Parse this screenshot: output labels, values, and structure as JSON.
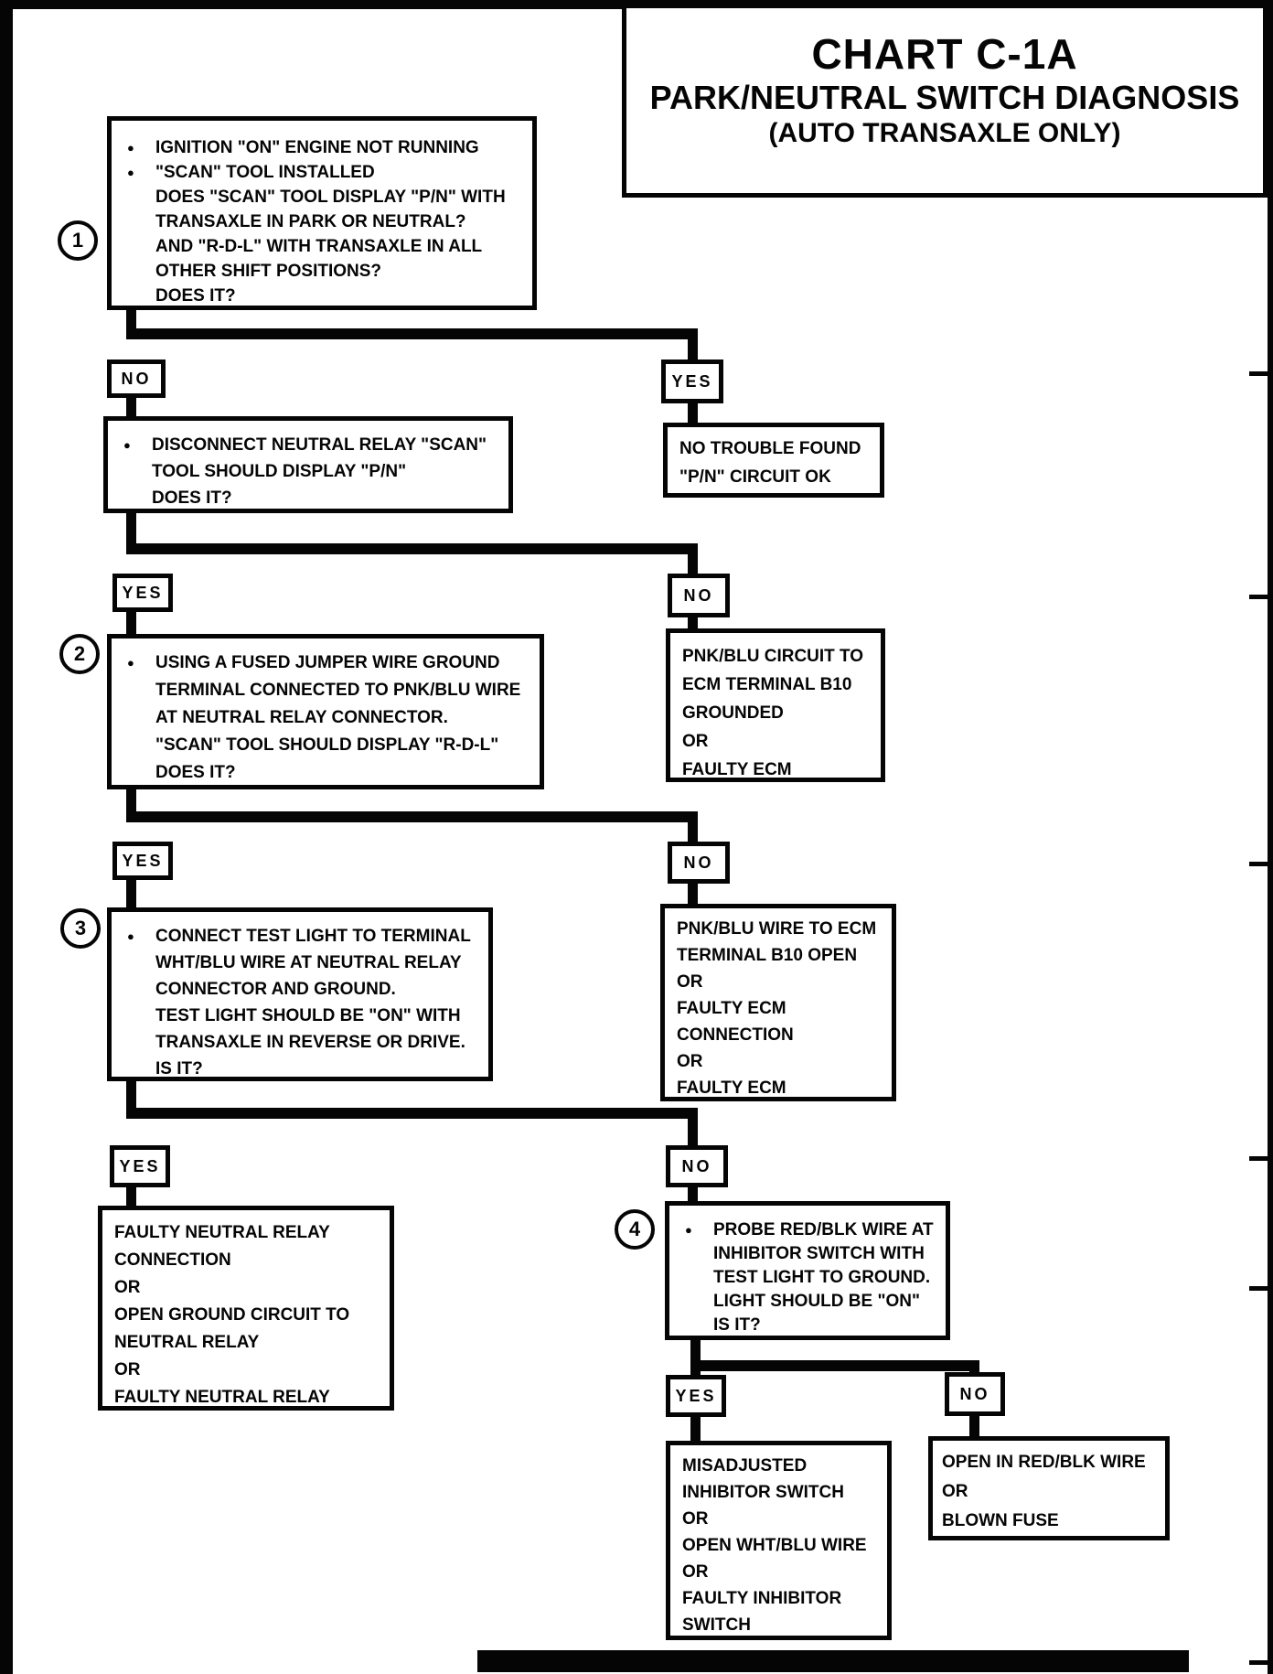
{
  "title": {
    "line1": "CHART C-1A",
    "line2": "PARK/NEUTRAL SWITCH DIAGNOSIS",
    "line3": "(AUTO TRANSAXLE ONLY)"
  },
  "bullet_glyph": "●",
  "decision_labels": {
    "yes": "YES",
    "no": "NO"
  },
  "steps": {
    "s1": {
      "number": "1",
      "lines": [
        {
          "b": 1,
          "t": "IGNITION \"ON\" ENGINE NOT RUNNING"
        },
        {
          "b": 1,
          "t": "\"SCAN\" TOOL INSTALLED"
        },
        {
          "t": "DOES \"SCAN\" TOOL DISPLAY \"P/N\" WITH"
        },
        {
          "t": "TRANSAXLE IN PARK OR NEUTRAL?"
        },
        {
          "t": "AND \"R-D-L\" WITH TRANSAXLE IN ALL"
        },
        {
          "t": "OTHER SHIFT POSITIONS?"
        },
        {
          "t": "DOES IT?"
        }
      ]
    },
    "disconnect": {
      "lines": [
        {
          "b": 1,
          "t": "DISCONNECT NEUTRAL RELAY \"SCAN\""
        },
        {
          "t": "TOOL SHOULD DISPLAY \"P/N\""
        },
        {
          "t": "DOES IT?"
        }
      ]
    },
    "s2": {
      "number": "2",
      "lines": [
        {
          "b": 1,
          "t": "USING A FUSED JUMPER WIRE GROUND"
        },
        {
          "t": "TERMINAL CONNECTED TO PNK/BLU WIRE"
        },
        {
          "t": "AT NEUTRAL RELAY CONNECTOR."
        },
        {
          "t": "\"SCAN\" TOOL SHOULD DISPLAY \"R-D-L\""
        },
        {
          "t": "DOES IT?"
        }
      ]
    },
    "s3": {
      "number": "3",
      "lines": [
        {
          "b": 1,
          "t": "CONNECT TEST LIGHT TO TERMINAL"
        },
        {
          "t": "WHT/BLU WIRE AT NEUTRAL RELAY"
        },
        {
          "t": "CONNECTOR AND GROUND."
        },
        {
          "t": "TEST LIGHT SHOULD BE \"ON\" WITH"
        },
        {
          "t": "TRANSAXLE IN REVERSE OR DRIVE."
        },
        {
          "t": "IS IT?"
        }
      ]
    },
    "s4": {
      "number": "4",
      "lines": [
        {
          "b": 1,
          "t": "PROBE RED/BLK WIRE AT"
        },
        {
          "t": "INHIBITOR SWITCH WITH"
        },
        {
          "t": "TEST LIGHT TO GROUND."
        },
        {
          "t": "LIGHT SHOULD BE \"ON\""
        },
        {
          "t": "IS IT?"
        }
      ]
    }
  },
  "results": {
    "no_trouble": {
      "lines": [
        {
          "t": "NO TROUBLE FOUND"
        },
        {
          "t": "\"P/N\" CIRCUIT OK"
        }
      ]
    },
    "pnkblu_grounded": {
      "lines": [
        {
          "t": "PNK/BLU CIRCUIT TO"
        },
        {
          "t": "ECM TERMINAL B10"
        },
        {
          "t": "GROUNDED"
        },
        {
          "t": "OR"
        },
        {
          "t": "FAULTY ECM"
        }
      ]
    },
    "pnkblu_open": {
      "lines": [
        {
          "t": "PNK/BLU WIRE TO ECM"
        },
        {
          "t": "TERMINAL B10 OPEN"
        },
        {
          "t": "OR"
        },
        {
          "t": "FAULTY ECM"
        },
        {
          "t": "CONNECTION"
        },
        {
          "t": "OR"
        },
        {
          "t": "FAULTY ECM"
        }
      ]
    },
    "faulty_relay": {
      "lines": [
        {
          "t": "FAULTY NEUTRAL RELAY"
        },
        {
          "t": "CONNECTION"
        },
        {
          "t": "OR"
        },
        {
          "t": "OPEN GROUND CIRCUIT TO"
        },
        {
          "t": "NEUTRAL RELAY"
        },
        {
          "t": "OR"
        },
        {
          "t": "FAULTY NEUTRAL RELAY"
        }
      ]
    },
    "misadjusted": {
      "lines": [
        {
          "t": "MISADJUSTED"
        },
        {
          "t": "INHIBITOR SWITCH"
        },
        {
          "t": "OR"
        },
        {
          "t": "OPEN WHT/BLU WIRE"
        },
        {
          "t": "OR"
        },
        {
          "t": "FAULTY INHIBITOR"
        },
        {
          "t": "SWITCH"
        }
      ]
    },
    "open_redblk": {
      "lines": [
        {
          "t": "OPEN IN RED/BLK WIRE"
        },
        {
          "t": "OR"
        },
        {
          "t": "BLOWN FUSE"
        }
      ]
    }
  }
}
